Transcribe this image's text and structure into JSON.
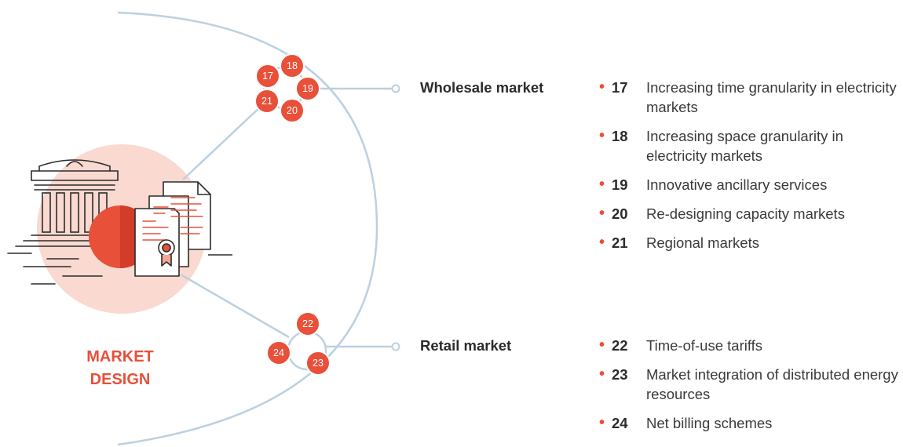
{
  "colors": {
    "accent": "#e8503a",
    "line": "#bcd0e0",
    "pale": "#f9d9d0",
    "text": "#3a3a3a"
  },
  "title": [
    "MARKET",
    "DESIGN"
  ],
  "wholesale": {
    "title": "Wholesale market",
    "items": [
      {
        "num": "17",
        "text": "Increasing time granularity in electricity markets"
      },
      {
        "num": "18",
        "text": "Increasing space granularity in electricity markets"
      },
      {
        "num": "19",
        "text": "Innovative ancillary services"
      },
      {
        "num": "20",
        "text": "Re-designing capacity markets"
      },
      {
        "num": "21",
        "text": "Regional markets"
      }
    ]
  },
  "retail": {
    "title": "Retail market",
    "items": [
      {
        "num": "22",
        "text": "Time-of-use tariffs"
      },
      {
        "num": "23",
        "text": "Market integration of distributed energy resources"
      },
      {
        "num": "24",
        "text": "Net billing schemes"
      }
    ]
  },
  "badges": [
    "17",
    "18",
    "19",
    "20",
    "21",
    "22",
    "23",
    "24"
  ],
  "icons": {
    "building": "institution-building-icon",
    "documents": "certificate-documents-icon"
  }
}
